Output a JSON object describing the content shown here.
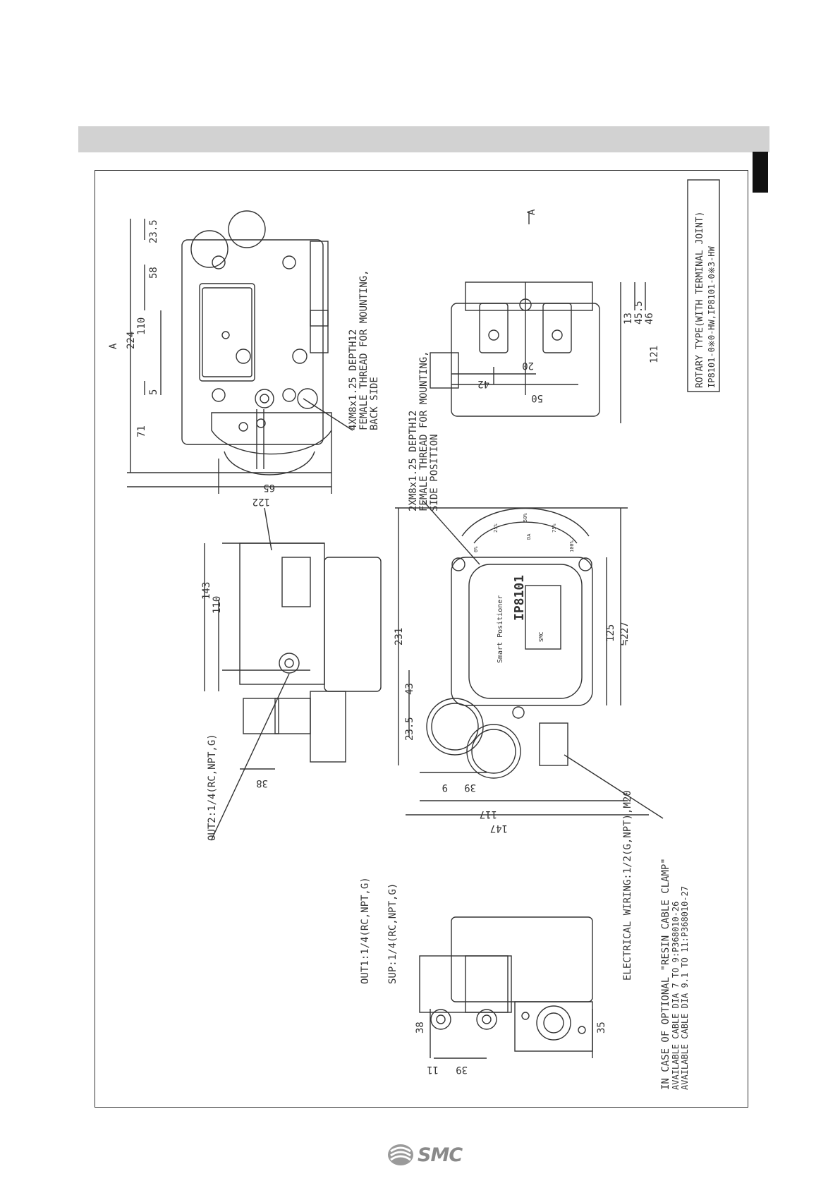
{
  "page": {
    "title_block": {
      "line1": "ROTARY TYPE(WITH TERMINAL JOINT)",
      "line2": "IP8101-0※0-HW,IP8101-0※3-HW"
    },
    "logo_text": "SMC"
  },
  "top_view": {
    "label_a": "A",
    "dims": [
      "224",
      "110",
      "71",
      "5",
      "58",
      "23.5",
      "122",
      "65"
    ],
    "note_lines": [
      "4XM8x1.25 DEPTH12",
      "FEMALE THREAD FOR MOUNTING,",
      "BACK SIDE"
    ]
  },
  "right_view": {
    "arrow_label": "A",
    "dims": [
      "13",
      "45.5",
      "46",
      "121",
      "20",
      "42",
      "50"
    ]
  },
  "side_view": {
    "dims": [
      "143",
      "110",
      "38"
    ],
    "port_label": "OUT2:1/4(RC,NPT,G)"
  },
  "front_view": {
    "dims": [
      "231",
      "125",
      "≒227",
      "43",
      "23.5",
      "9",
      "39",
      "117",
      "147"
    ],
    "note_lines": [
      "2XM8x1.25 DEPTH12",
      "FEMALE THREAD FOR MOUNTING,",
      "SIDE POSITION"
    ],
    "nameplate_lines": [
      "Smart Positioner",
      "IP8101"
    ],
    "brand_small": "SMC",
    "scale_labels": [
      "0%",
      "25%",
      "50%",
      "75%",
      "100%"
    ],
    "scale_da": "DA"
  },
  "bottom_view": {
    "ports": [
      "OUT1:1/4(RC,NPT,G)",
      "SUP:1/4(RC,NPT,G)"
    ],
    "electrical": "ELECTRICAL WIRING:1/2(G,NPT),M20",
    "dims": [
      "38",
      "11",
      "39",
      "35"
    ],
    "clamp_note": [
      "IN CASE OF OPTIONAL \"RESIN CABLE CLAMP\"",
      "AVAILABLE CABLE DIA   7 TO  9:P368010-26",
      "AVAILABLE CABLE DIA 9.1 TO 11:P368010-27"
    ]
  }
}
